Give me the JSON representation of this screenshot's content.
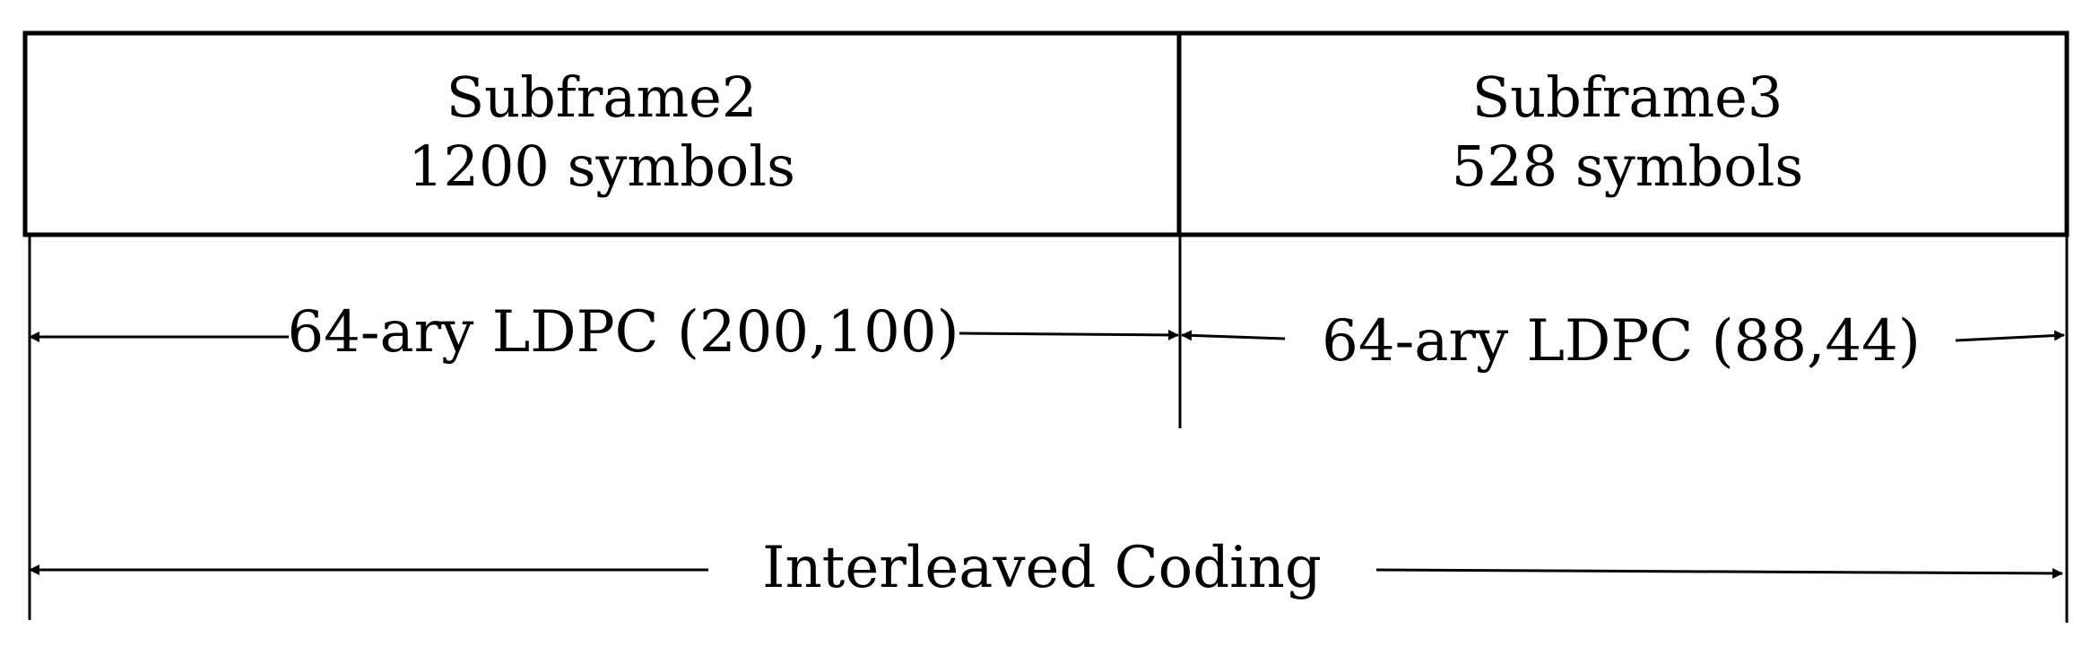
{
  "colors": {
    "line": "#000000",
    "background": "#ffffff"
  },
  "frame": {
    "subframe2": {
      "title": "Subframe2",
      "symbols": "1200 symbols"
    },
    "subframe3": {
      "title": "Subframe3",
      "symbols": "528 symbols"
    }
  },
  "coding": {
    "ldpc_subframe2": "64-ary LDPC (200,100)",
    "ldpc_subframe3": "64-ary LDPC (88,44)",
    "interleaved": "Interleaved Coding"
  }
}
